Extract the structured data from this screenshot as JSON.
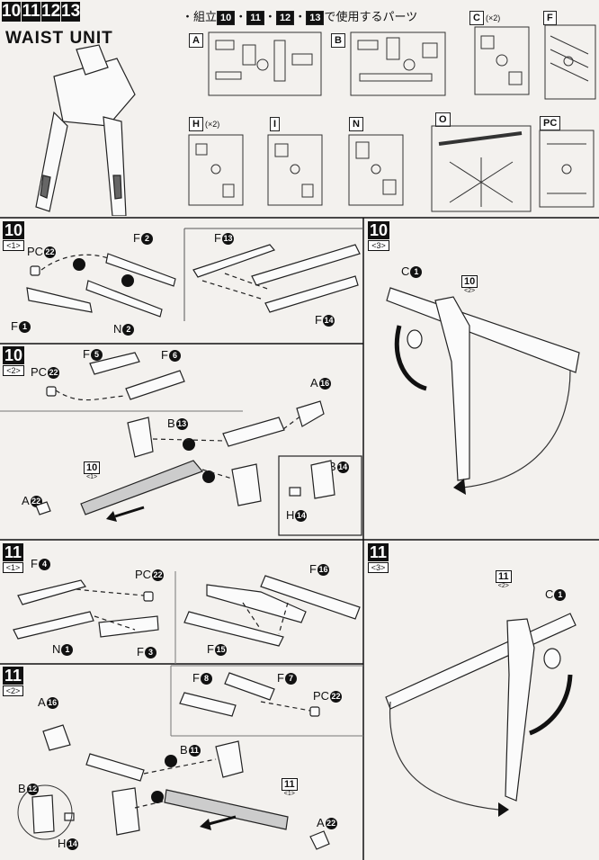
{
  "header": {
    "step_numbers": [
      "10",
      "11",
      "12",
      "13"
    ],
    "unit_title": "WAIST UNIT",
    "parts_caption_prefix": "・組立",
    "parts_caption_steps": [
      "10",
      "11",
      "12",
      "13"
    ],
    "parts_caption_suffix": "で使用するパーツ"
  },
  "runners": [
    {
      "label": "A",
      "mult": ""
    },
    {
      "label": "B",
      "mult": ""
    },
    {
      "label": "C",
      "mult": "(×2)"
    },
    {
      "label": "F",
      "mult": ""
    },
    {
      "label": "H",
      "mult": "(×2)"
    },
    {
      "label": "I",
      "mult": ""
    },
    {
      "label": "N",
      "mult": ""
    },
    {
      "label": "O",
      "mult": ""
    },
    {
      "label": "PC",
      "mult": ""
    }
  ],
  "steps": {
    "s10_1": {
      "num": "10",
      "sub": "<1>",
      "callouts": [
        "PC",
        "22",
        "F",
        "2",
        "F",
        "1",
        "N",
        "2",
        "F",
        "13",
        "F",
        "14"
      ]
    },
    "s10_3": {
      "num": "10",
      "sub": "<3>",
      "ref_num": "10",
      "ref_sub": "<2>",
      "c_label": "C",
      "c_num": "1"
    },
    "s10_2": {
      "num": "10",
      "sub": "<2>",
      "ref_num": "10",
      "ref_sub": "<1>"
    },
    "s11_1": {
      "num": "11",
      "sub": "<1>"
    },
    "s11_3": {
      "num": "11",
      "sub": "<3>",
      "ref_num": "11",
      "ref_sub": "<2>",
      "c_label": "C",
      "c_num": "1"
    },
    "s11_2": {
      "num": "11",
      "sub": "<2>",
      "ref_num": "11",
      "ref_sub": "<1>"
    }
  },
  "labels": {
    "pc": "PC",
    "f": "F",
    "n": "N",
    "c": "C",
    "a": "A",
    "b": "B",
    "h": "H",
    "n22": "22",
    "n1": "1",
    "n2": "2",
    "n3": "3",
    "n4": "4",
    "n5": "5",
    "n6": "6",
    "n7": "7",
    "n8": "8",
    "n11": "11",
    "n12": "12",
    "n13": "13",
    "n14": "14",
    "n15": "15",
    "n16": "16"
  }
}
